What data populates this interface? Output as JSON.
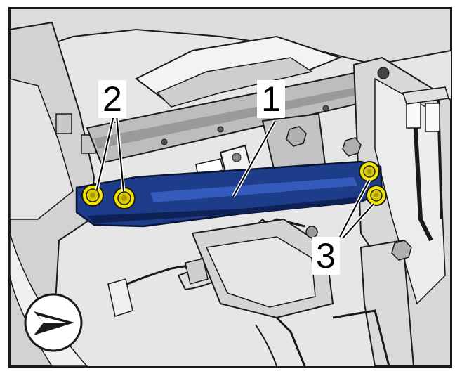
{
  "callouts": [
    {
      "label": "1"
    },
    {
      "label": "2"
    },
    {
      "label": "3"
    }
  ],
  "parts": {
    "bracket": "bracket",
    "bolts_left": "bolts",
    "bolts_right": "bolts"
  },
  "icons": {
    "orientation": "direction-arrow-icon"
  },
  "colors": {
    "bracket": "#1d3d8a",
    "bolt": "#f2e600",
    "outline": "#1a1a1a",
    "background": "#e9e9e9"
  }
}
